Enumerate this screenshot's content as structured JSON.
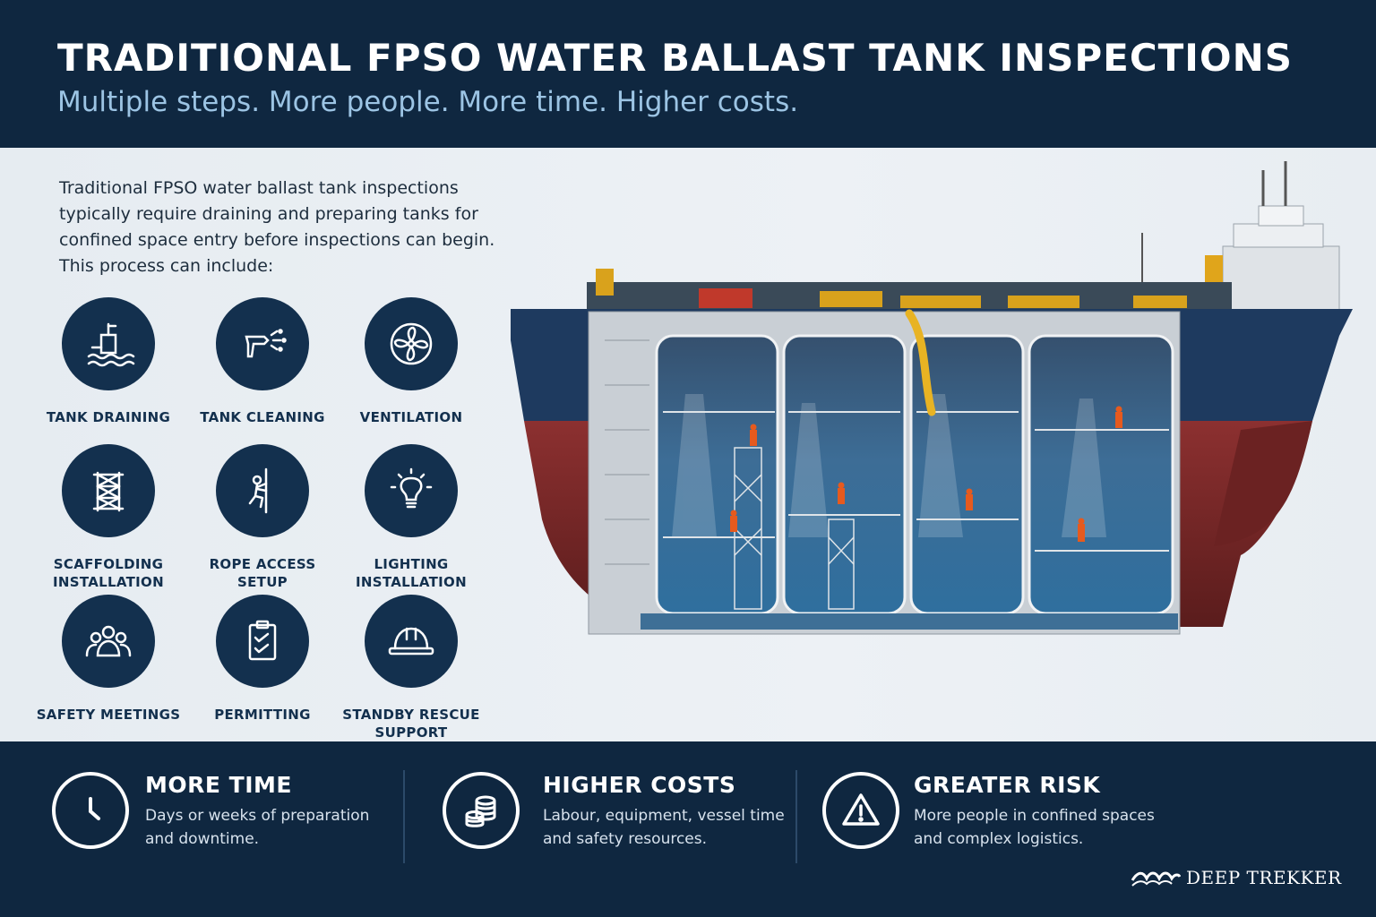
{
  "header": {
    "title": "TRADITIONAL FPSO WATER BALLAST TANK INSPECTIONS",
    "subtitle": "Multiple steps. More people. More time. Higher costs."
  },
  "intro": "Traditional FPSO water ballast tank inspections typically require draining and preparing tanks for confined space entry before inspections can begin. This process can include:",
  "steps": [
    {
      "label": "TANK DRAINING",
      "icon": "tank-draining-icon"
    },
    {
      "label": "TANK CLEANING",
      "icon": "spray-nozzle-icon"
    },
    {
      "label": "VENTILATION",
      "icon": "fan-icon"
    },
    {
      "label": "SCAFFOLDING INSTALLATION",
      "icon": "scaffolding-icon"
    },
    {
      "label": "ROPE ACCESS SETUP",
      "icon": "rope-climber-icon"
    },
    {
      "label": "LIGHTING INSTALLATION",
      "icon": "lightbulb-icon"
    },
    {
      "label": "SAFETY MEETINGS",
      "icon": "people-group-icon"
    },
    {
      "label": "PERMITTING",
      "icon": "clipboard-check-icon"
    },
    {
      "label": "STANDBY RESCUE SUPPORT",
      "icon": "hard-hat-icon"
    }
  ],
  "footer": [
    {
      "title": "MORE TIME",
      "desc": "Days or weeks of preparation and downtime.",
      "icon": "clock-icon"
    },
    {
      "title": "HIGHER COSTS",
      "desc": "Labour, equipment, vessel time and safety resources.",
      "icon": "coins-icon"
    },
    {
      "title": "GREATER RISK",
      "desc": "More people in confined spaces and complex logistics.",
      "icon": "warning-icon"
    }
  ],
  "brand": {
    "name": "DEEP TREKKER"
  },
  "colors": {
    "navy": "#0f2740",
    "accent": "#9cc4e4",
    "hull_red": "#7a2a2a",
    "hull_blue": "#1e3a5f"
  }
}
